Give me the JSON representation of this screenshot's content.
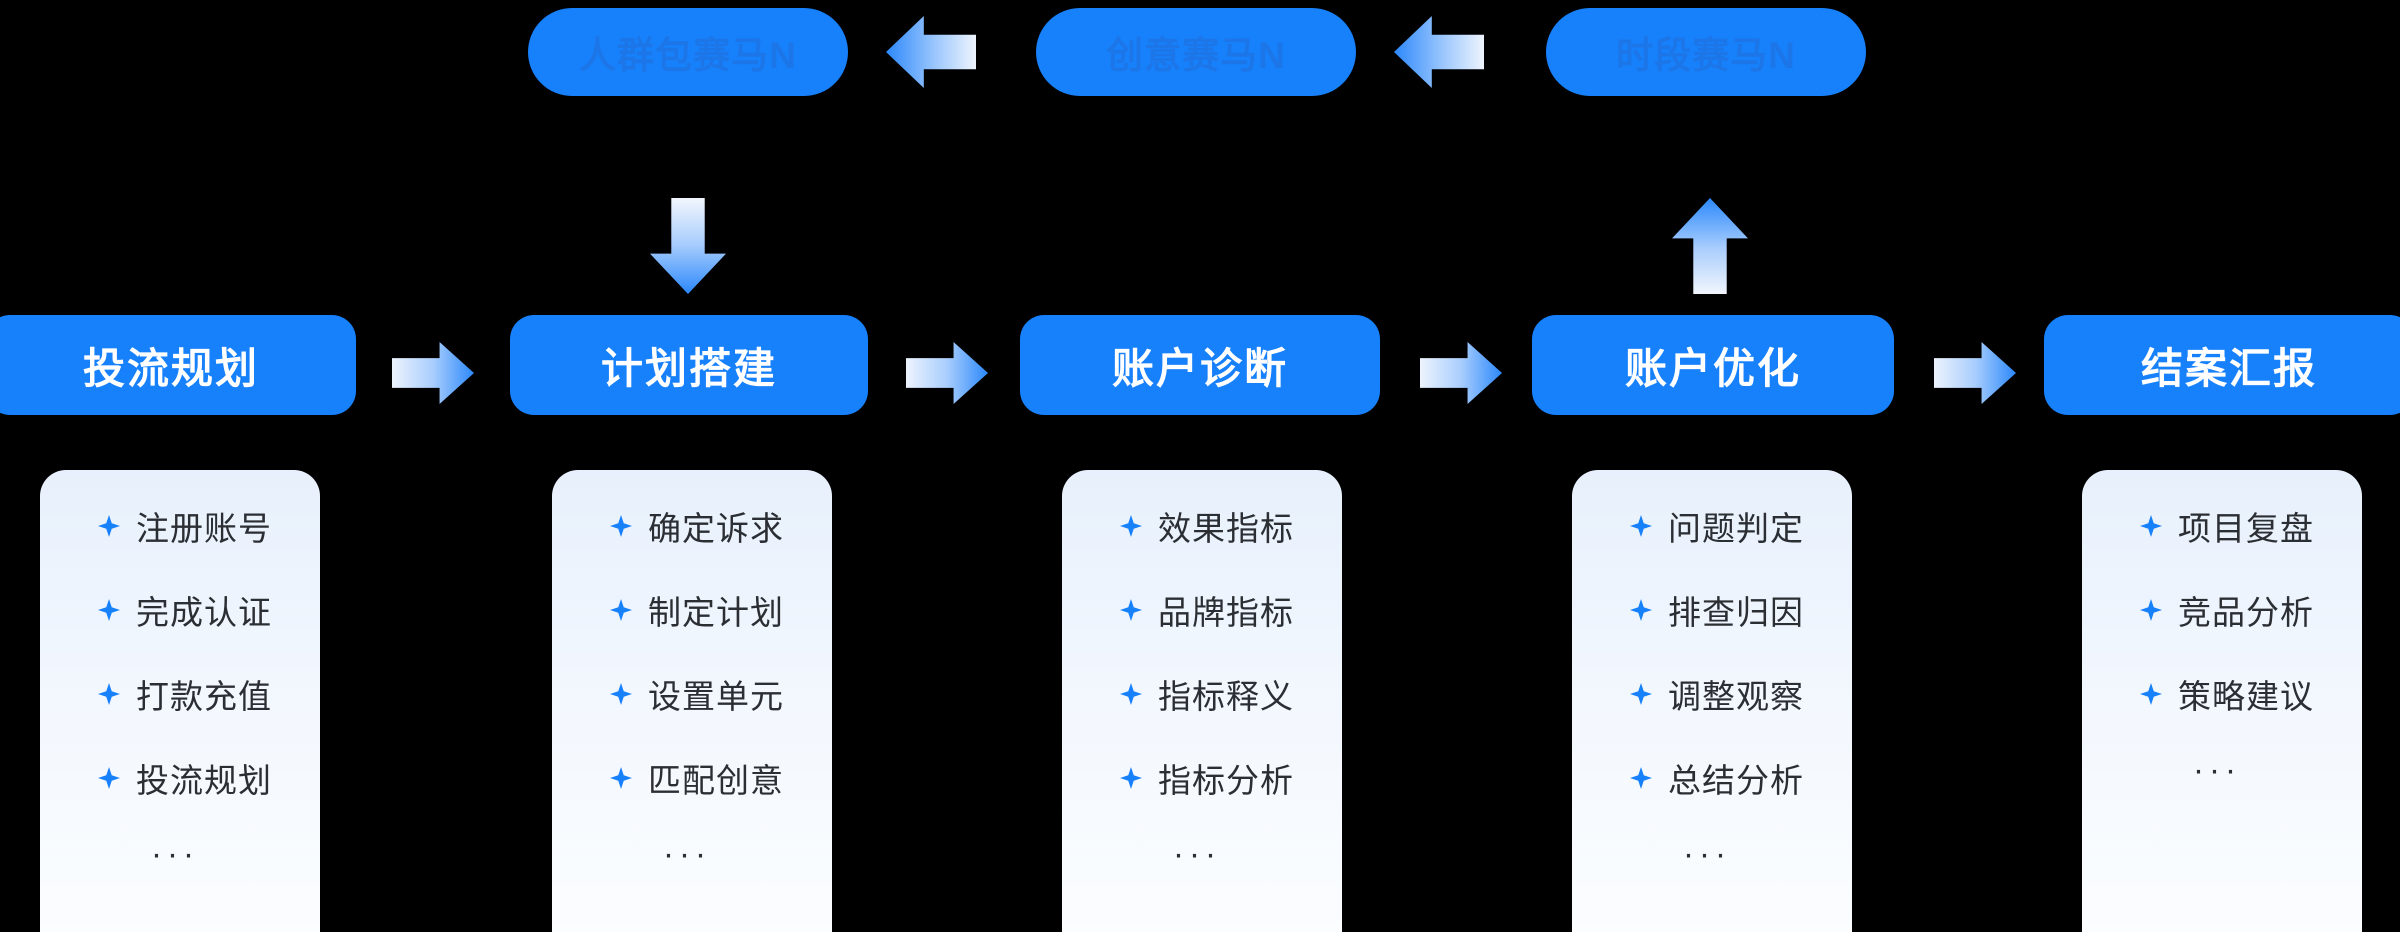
{
  "colors": {
    "background": "#000000",
    "accent_blue": "#1780FB",
    "pill_label": "#FFFFFF",
    "race_label": "#1C76E8",
    "card_text": "#2B2E33",
    "diamond": "#1780FB"
  },
  "race_row": {
    "items": [
      {
        "label": "人群包赛马N"
      },
      {
        "label": "创意赛马N"
      },
      {
        "label": "时段赛马N"
      }
    ],
    "connectors": [
      {
        "icon": "arrow-left-icon"
      },
      {
        "icon": "arrow-left-icon"
      }
    ]
  },
  "vertical_connectors": [
    {
      "icon": "arrow-down-icon"
    },
    {
      "icon": "arrow-up-icon"
    }
  ],
  "stages": [
    {
      "title": "投流规划",
      "items": [
        "注册账号",
        "完成认证",
        "打款充值",
        "投流规划"
      ],
      "more": "···"
    },
    {
      "title": "计划搭建",
      "items": [
        "确定诉求",
        "制定计划",
        "设置单元",
        "匹配创意"
      ],
      "more": "···"
    },
    {
      "title": "账户诊断",
      "items": [
        "效果指标",
        "品牌指标",
        "指标释义",
        "指标分析"
      ],
      "more": "···"
    },
    {
      "title": "账户优化",
      "items": [
        "问题判定",
        "排查归因",
        "调整观察",
        "总结分析"
      ],
      "more": "···"
    },
    {
      "title": "结案汇报",
      "items": [
        "项目复盘",
        "竞品分析",
        "策略建议"
      ],
      "more": "···"
    }
  ],
  "stage_connectors": [
    {
      "icon": "arrow-right-icon"
    },
    {
      "icon": "arrow-right-icon"
    },
    {
      "icon": "arrow-right-icon"
    },
    {
      "icon": "arrow-right-icon"
    }
  ]
}
